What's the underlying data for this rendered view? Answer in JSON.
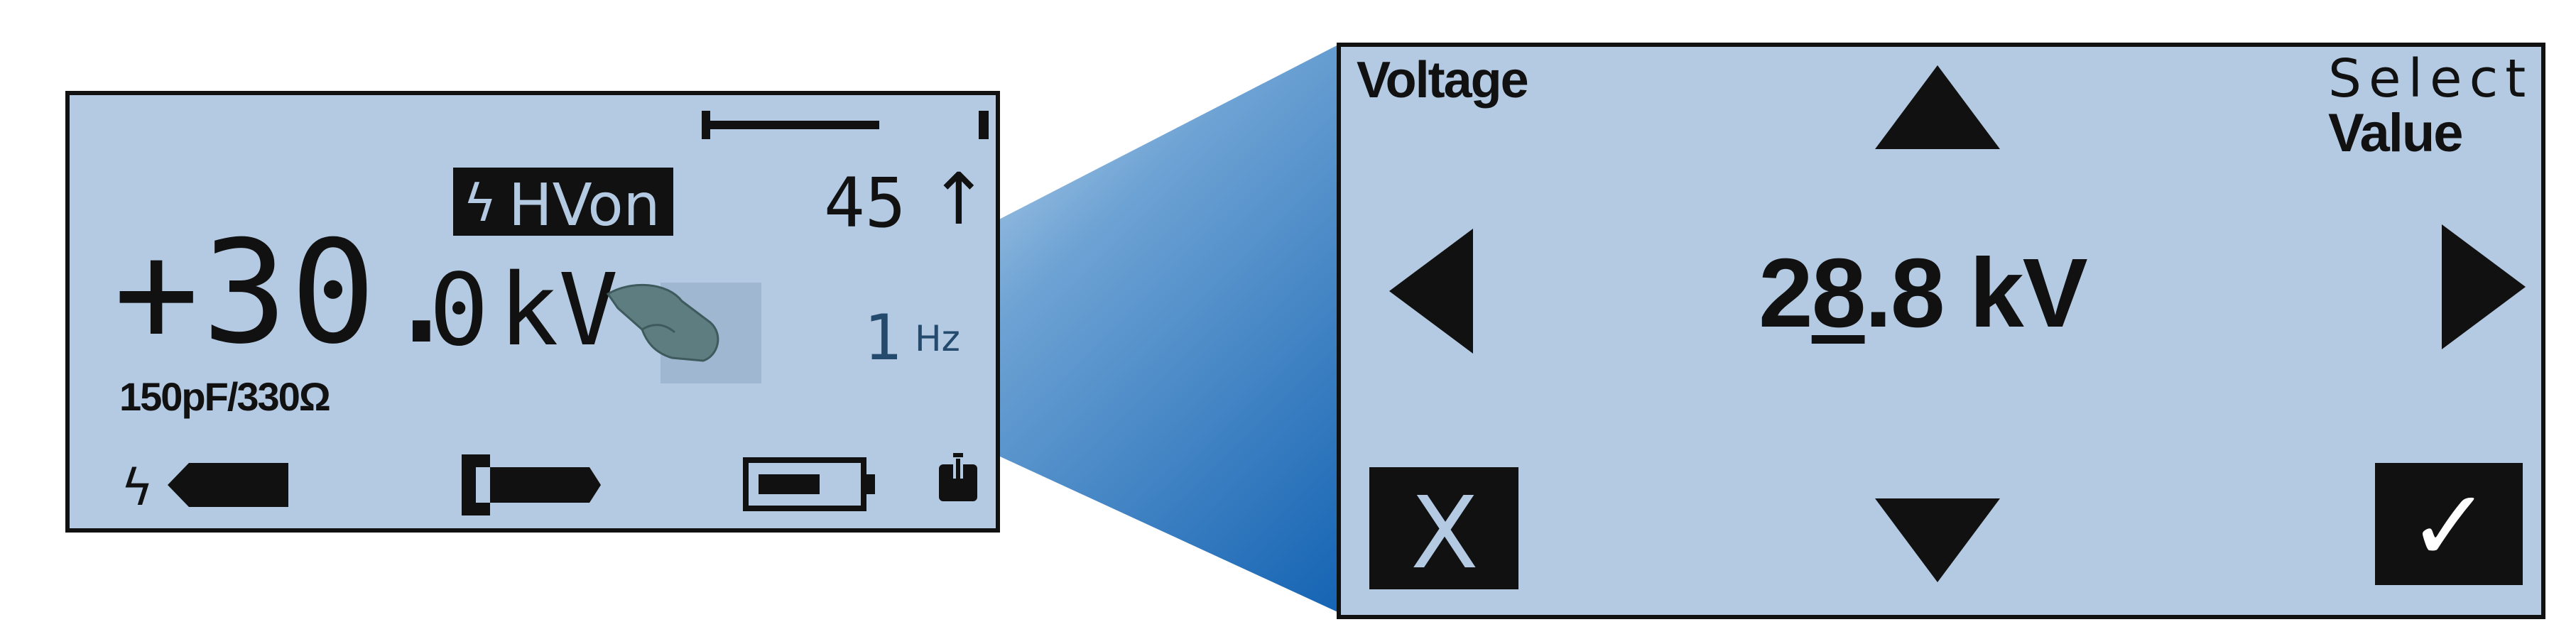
{
  "small_display": {
    "hv_badge": "HVon",
    "voltage_main": "+30.",
    "voltage_fraction": "0",
    "voltage_unit": "kV",
    "count": "45",
    "frequency_value": "1",
    "frequency_unit": "Hz",
    "load": "150pF/330Ω"
  },
  "zoom_display": {
    "title": "Voltage",
    "hint_line1": "Select",
    "hint_line2": "Value",
    "value_prefix": "2",
    "value_selected_digit": "8",
    "value_suffix": ".8 kV",
    "cancel_label": "X",
    "confirm_label": "✓"
  },
  "colors": {
    "lcd_background": "#b4cae3",
    "lcd_ink": "#111111",
    "zoom_beam": "#1a6fbf"
  }
}
